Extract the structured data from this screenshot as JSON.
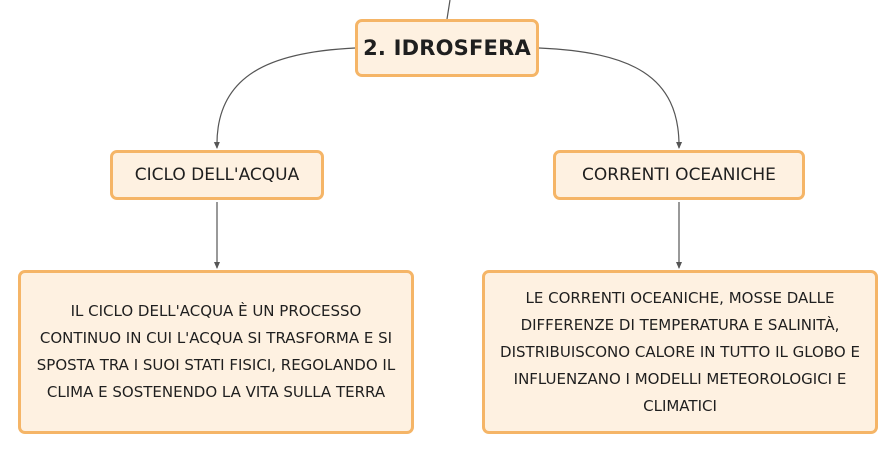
{
  "root": {
    "label": "2. IDROSFERA"
  },
  "branches": [
    {
      "label": "CICLO DELL'ACQUA",
      "description": "IL CICLO DELL'ACQUA È UN PROCESSO CONTINUO IN CUI L'ACQUA SI TRASFORMA E SI SPOSTA TRA I SUOI STATI FISICI, REGOLANDO IL CLIMA E SOSTENENDO LA VITA SULLA TERRA"
    },
    {
      "label": "CORRENTI OCEANICHE",
      "description": "LE CORRENTI OCEANICHE, MOSSE DALLE DIFFERENZE DI TEMPERATURA E SALINITÀ, DISTRIBUISCONO CALORE IN TUTTO IL GLOBO E INFLUENZANO I MODELLI METEOROLOGICI E CLIMATICI"
    }
  ],
  "colors": {
    "node_fill": "#fef1e1",
    "node_border": "#f5b567",
    "connector": "#555555"
  }
}
